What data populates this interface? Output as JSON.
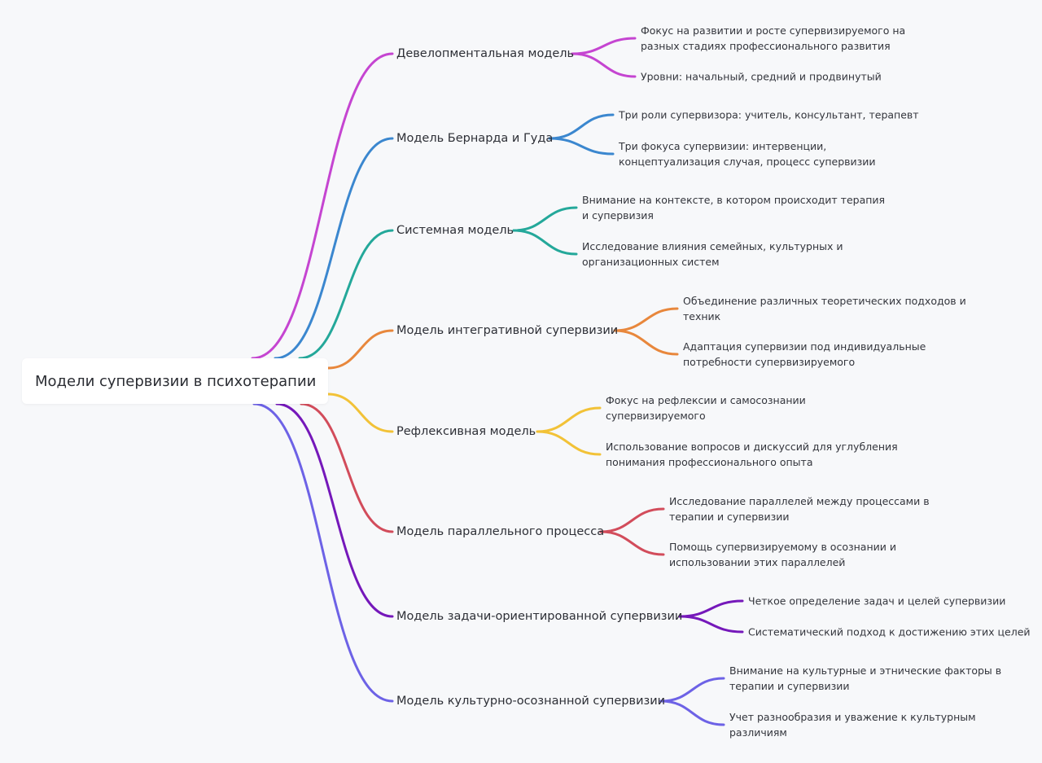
{
  "root": {
    "title": "Модели супервизии в психотерапии"
  },
  "branches": [
    {
      "label": "Девелопментальная модель",
      "color": "#c545d1",
      "children": [
        [
          "Фокус на развитии и росте супервизируемого на",
          "разных стадиях профессионального развития"
        ],
        [
          "Уровни: начальный, средний и продвинутый"
        ]
      ]
    },
    {
      "label": "Модель Бернарда и Гуда",
      "color": "#3b87cf",
      "children": [
        [
          "Три роли супервизора: учитель, консультант, терапевт"
        ],
        [
          "Три фокуса супервизии: интервенции,",
          "концептуализация случая, процесс супервизии"
        ]
      ]
    },
    {
      "label": "Системная модель",
      "color": "#24a89a",
      "children": [
        [
          "Внимание на контексте, в котором происходит терапия",
          "и супервизия"
        ],
        [
          "Исследование влияния семейных, культурных и",
          "организационных систем"
        ]
      ]
    },
    {
      "label": "Модель интегративной супервизии",
      "color": "#e8873c",
      "children": [
        [
          "Объединение различных теоретических подходов и",
          "техник"
        ],
        [
          "Адаптация супервизии под индивидуальные",
          "потребности супервизируемого"
        ]
      ]
    },
    {
      "label": "Рефлексивная модель",
      "color": "#f2c237",
      "children": [
        [
          "Фокус на рефлексии и самосознании",
          "супервизируемого"
        ],
        [
          "Использование вопросов и дискуссий для углубления",
          "понимания профессионального опыта"
        ]
      ]
    },
    {
      "label": "Модель параллельного процесса",
      "color": "#d24c5b",
      "children": [
        [
          "Исследование параллелей между процессами в",
          "терапии и супервизии"
        ],
        [
          "Помощь супервизируемому в осознании и",
          "использовании этих параллелей"
        ]
      ]
    },
    {
      "label": "Модель задачи-ориентированной супервизии",
      "color": "#7518ba",
      "children": [
        [
          "Четкое определение задач и целей супервизии"
        ],
        [
          "Систематический подход к достижению этих целей"
        ]
      ]
    },
    {
      "label": "Модель культурно-осознанной супервизии",
      "color": "#6d62e6",
      "children": [
        [
          "Внимание на культурные и этнические факторы в",
          "терапии и супервизии"
        ],
        [
          "Учет разнообразия и уважение к культурным",
          "различиям"
        ]
      ]
    }
  ]
}
